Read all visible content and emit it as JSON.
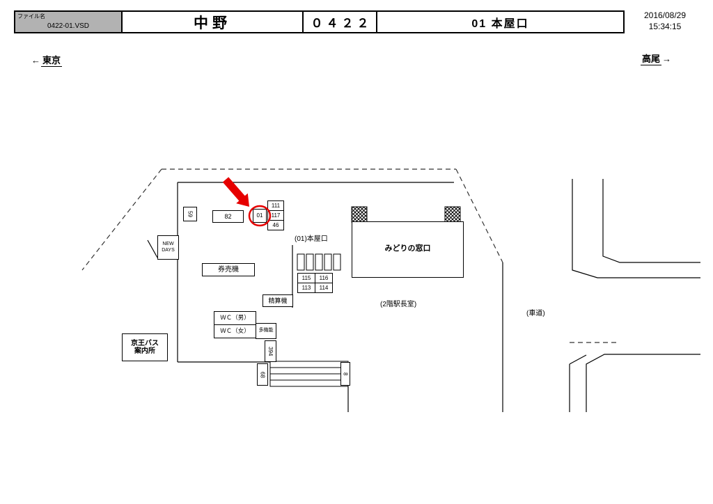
{
  "header": {
    "file_label": "ファイル名",
    "file_name": "0422-01.VSD",
    "station": "中野",
    "code": "０４２２",
    "entrance": "01 本屋口",
    "date": "2016/08/29",
    "time": "15:34:15"
  },
  "directions": {
    "left": {
      "arrow": "←",
      "label": "東京"
    },
    "right": {
      "label": "高尾",
      "arrow": "→"
    }
  },
  "diagram": {
    "labels": {
      "entrance_label": "(01)本屋口",
      "midori_window": "みどりの窓口",
      "station_master": "(2階駅長室)",
      "roadway": "(車道)",
      "new_days": "NEW DAYS",
      "ticket_vending": "券売機",
      "fare_adjust": "精算機",
      "wc_male": "ＷＣ（男）",
      "wc_female": "ＷＣ（女）",
      "multifunction": "多機能",
      "keio_bus_line1": "京王バス",
      "keio_bus_line2": "案内所"
    },
    "positions": {
      "p59": "59",
      "p82": "82",
      "p01": "01",
      "p111": "111",
      "p117": "117",
      "p46": "46",
      "p115": "115",
      "p116": "116",
      "p113": "113",
      "p114": "114",
      "p394": "394",
      "p68": "68",
      "p8": "8"
    },
    "colors": {
      "highlight_red": "#e60000"
    }
  }
}
